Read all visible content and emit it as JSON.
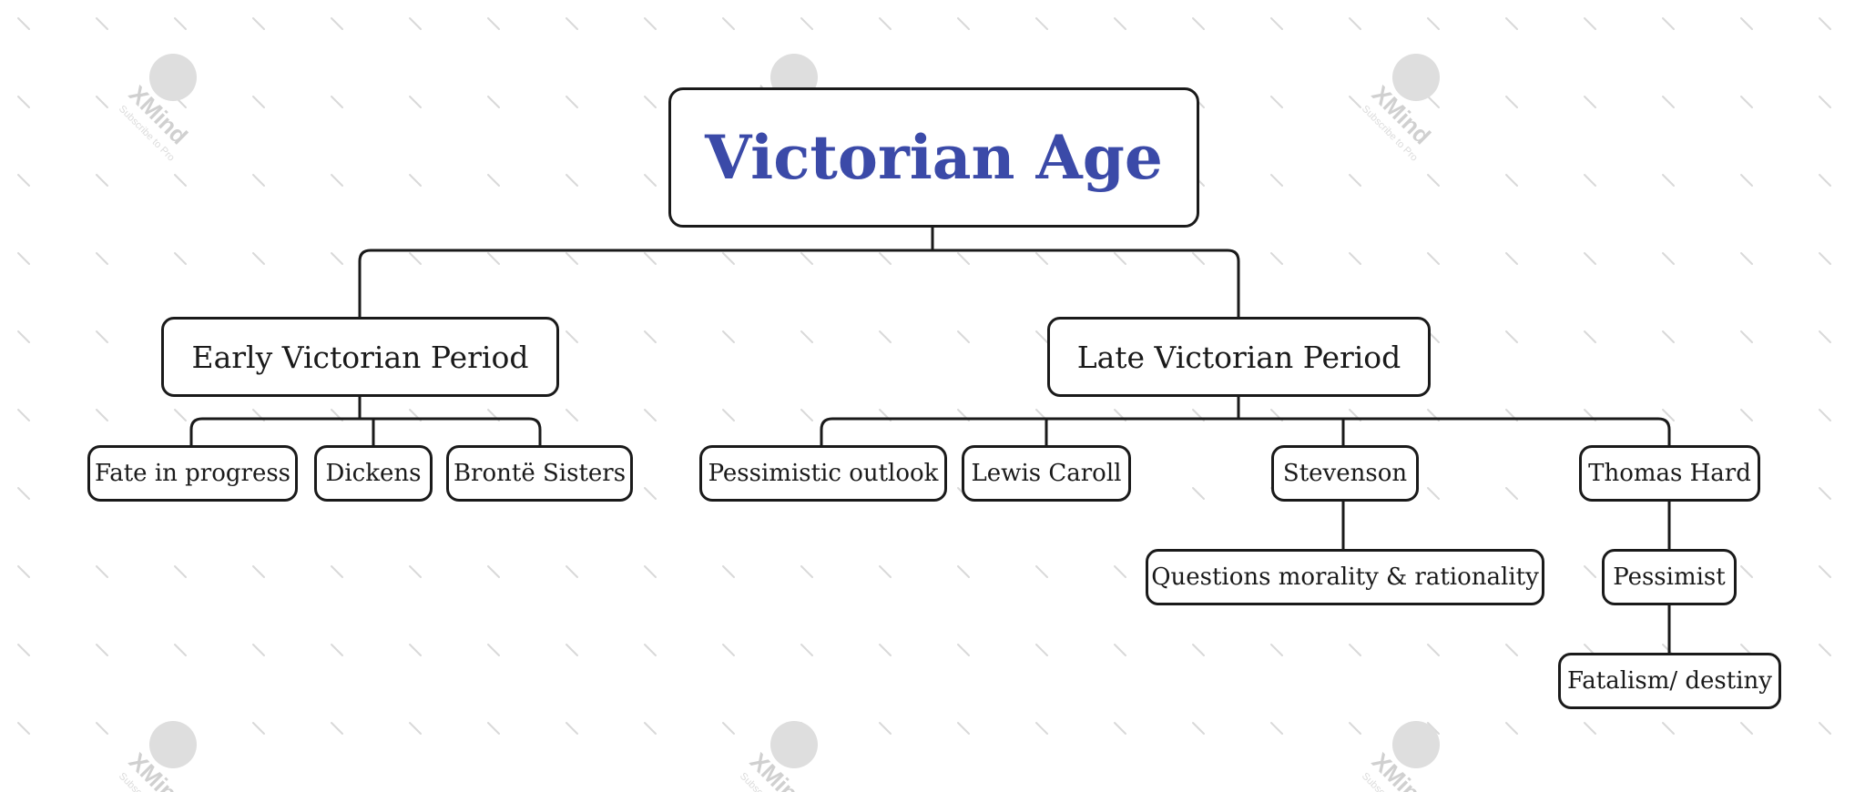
{
  "colors": {
    "title": "#3b4aa8",
    "border": "#1a1a1a",
    "line": "#1a1a1a",
    "watermark": "#d9d9d9"
  },
  "watermark": {
    "icon": "xmind-logo-icon",
    "brand": "XMind",
    "tagline": "Subscribe to Pro"
  },
  "root": {
    "label": "Victorian Age"
  },
  "branches": [
    {
      "label": "Early Victorian Period",
      "children": [
        {
          "label": "Fate in progress"
        },
        {
          "label": "Dickens"
        },
        {
          "label": "Brontë Sisters"
        }
      ]
    },
    {
      "label": "Late Victorian Period",
      "children": [
        {
          "label": "Pessimistic outlook"
        },
        {
          "label": "Lewis Caroll"
        },
        {
          "label": "Stevenson",
          "note": "Questions morality & rationality"
        },
        {
          "label": "Thomas Hard",
          "note": "Pessimist",
          "subnote": "Fatalism/ destiny"
        }
      ]
    }
  ]
}
